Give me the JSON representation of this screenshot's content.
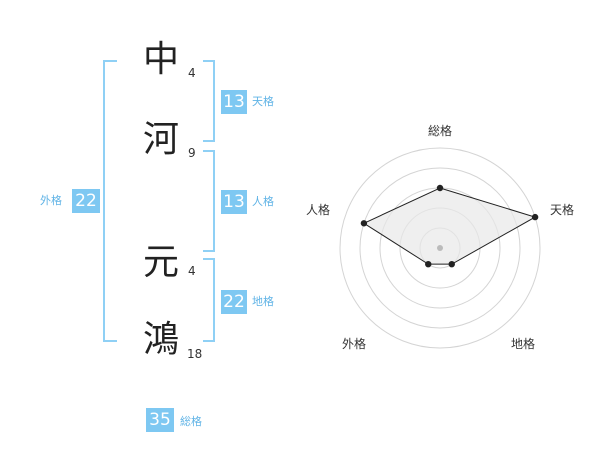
{
  "name": {
    "chars": [
      {
        "char": "中",
        "strokes": "4"
      },
      {
        "char": "河",
        "strokes": "9"
      },
      {
        "char": "元",
        "strokes": "4"
      },
      {
        "char": "鴻",
        "strokes": "18"
      }
    ]
  },
  "fortunes": {
    "tenkaku": {
      "label": "天格",
      "value": "13"
    },
    "jinkaku": {
      "label": "人格",
      "value": "13"
    },
    "chikaku": {
      "label": "地格",
      "value": "22"
    },
    "gaikaku": {
      "label": "外格",
      "value": "22"
    },
    "soukaku": {
      "label": "総格",
      "value": "35"
    }
  },
  "radar": {
    "axes": [
      "総格",
      "天格",
      "地格",
      "外格",
      "人格"
    ],
    "levels": 5,
    "max": 5,
    "values": [
      3,
      5,
      1,
      1,
      4
    ],
    "fill": "#e8e8e8",
    "stroke": "#222222"
  }
}
